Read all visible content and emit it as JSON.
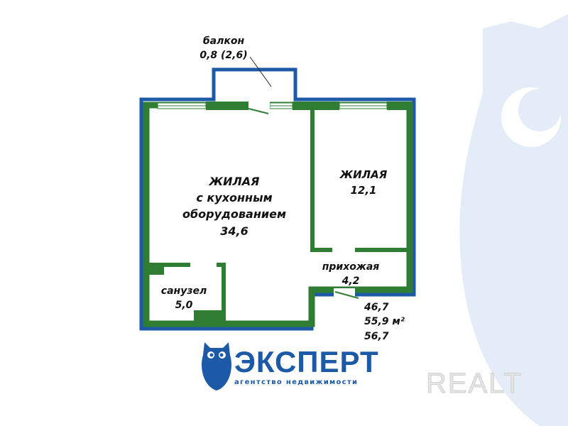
{
  "rooms": {
    "living_kitchen": {
      "line1": "ЖИЛАЯ",
      "line2": "с кухонным",
      "line3": "оборудованием",
      "area": "34,6"
    },
    "living": {
      "line1": "ЖИЛАЯ",
      "area": "12,1"
    },
    "hallway": {
      "name": "прихожая",
      "area": "4,2"
    },
    "bathroom": {
      "name": "санузел",
      "area": "5,0"
    },
    "balcony": {
      "name": "балкон",
      "area": "0,8 (2,6)"
    }
  },
  "totals": {
    "living_area": "46,7",
    "total_area": "55,9",
    "unit": "м²",
    "total_with_balcony": "56,7"
  },
  "logo": {
    "title": "ЭКСПЕРТ",
    "subtitle": "агентство недвижимости"
  },
  "watermark": "REALT",
  "colors": {
    "outer_wall": "#1c5aa8",
    "inner_wall": "#2e7d32",
    "brand": "#1c5aa8"
  }
}
